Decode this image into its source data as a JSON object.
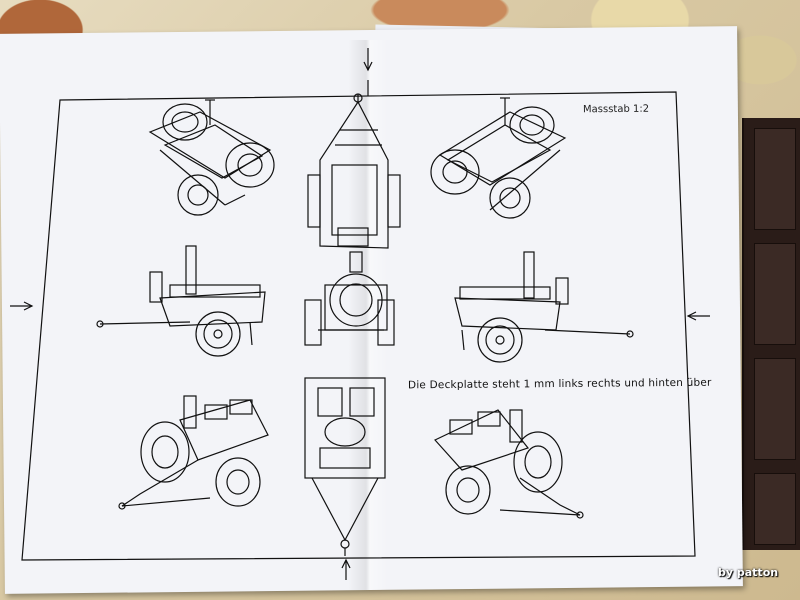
{
  "sheet": {
    "scale_label": "Massstab 1:2",
    "note": "Die Deckplatte steht 1 mm links rechts und hinten über"
  },
  "watermark": "by  patton",
  "colors": {
    "paper": "#f3f4f8",
    "ink": "#111111",
    "tablecloth": "#d9c9a4",
    "board": "#2a1c18"
  }
}
